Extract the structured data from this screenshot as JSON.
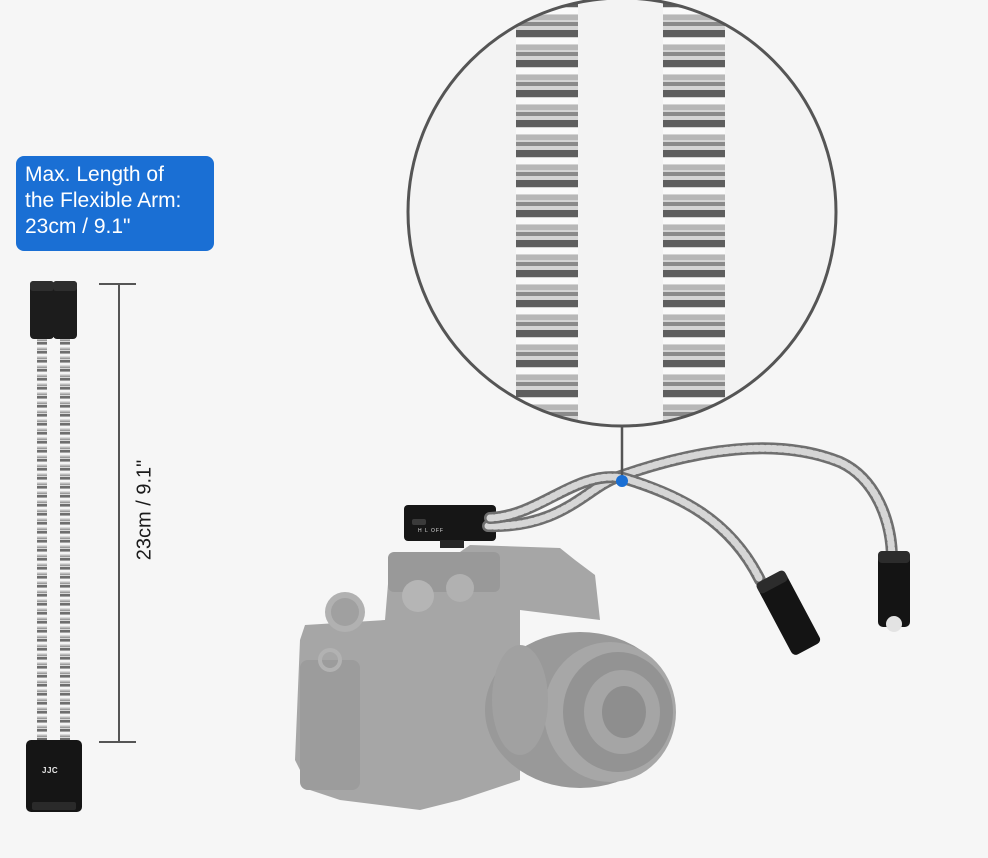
{
  "callout": {
    "line1": "Max. Length of",
    "line2": "the Flexible Arm:",
    "line3": "23cm / 9.1\""
  },
  "dimension": {
    "label": "23cm / 9.1\""
  },
  "product": {
    "brand_mark": "JJC",
    "switch_label": "H  L  OFF"
  },
  "colors": {
    "background": "#f6f6f6",
    "accent_blue": "#1a6fd4",
    "gooseneck_silver": "#bdbdbd",
    "device_black": "#151515",
    "camera_gray": "#8c8c8c"
  }
}
